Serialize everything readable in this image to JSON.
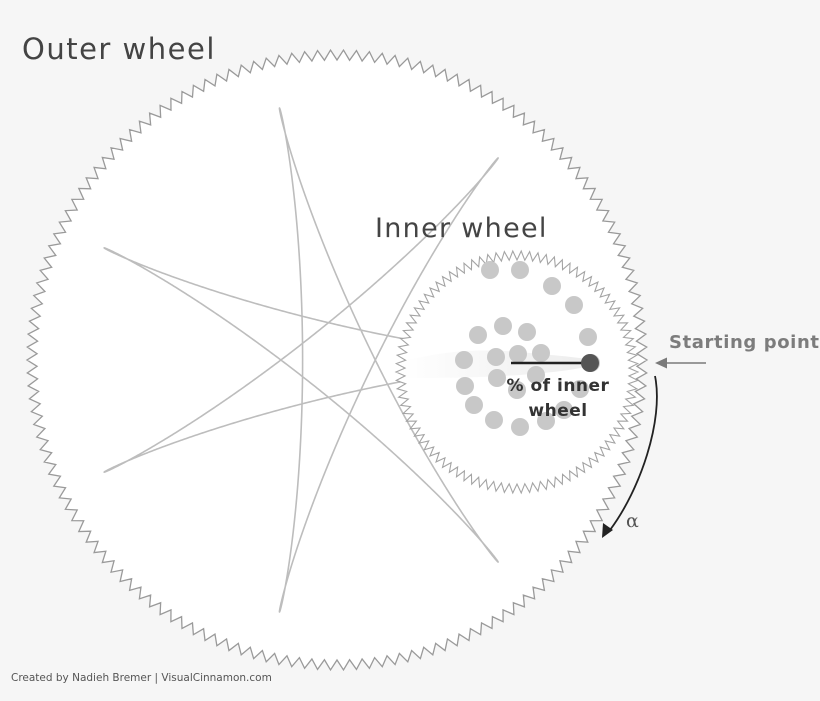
{
  "labels": {
    "outer_wheel": "Outer wheel",
    "inner_wheel": "Inner wheel",
    "starting_point": "Starting point",
    "percent_of_inner_wheel": "% of inner wheel",
    "angle_symbol": "α"
  },
  "credit": "Created by Nadieh Bremer | VisualCinnamon.com",
  "colors": {
    "background": "#f6f6f6",
    "wheel_fill": "#ffffff",
    "gear_teeth": "#9a9a9a",
    "spirograph_line": "#bdbdbd",
    "hole_dots": "#c8c8c8",
    "pen_dot": "#555555",
    "arm": "#222222",
    "arrow": "#7a7a7a",
    "text_dark": "#444444"
  },
  "diagram": {
    "spirograph_petals": 7,
    "inner_wheel_hole_count": 24
  }
}
